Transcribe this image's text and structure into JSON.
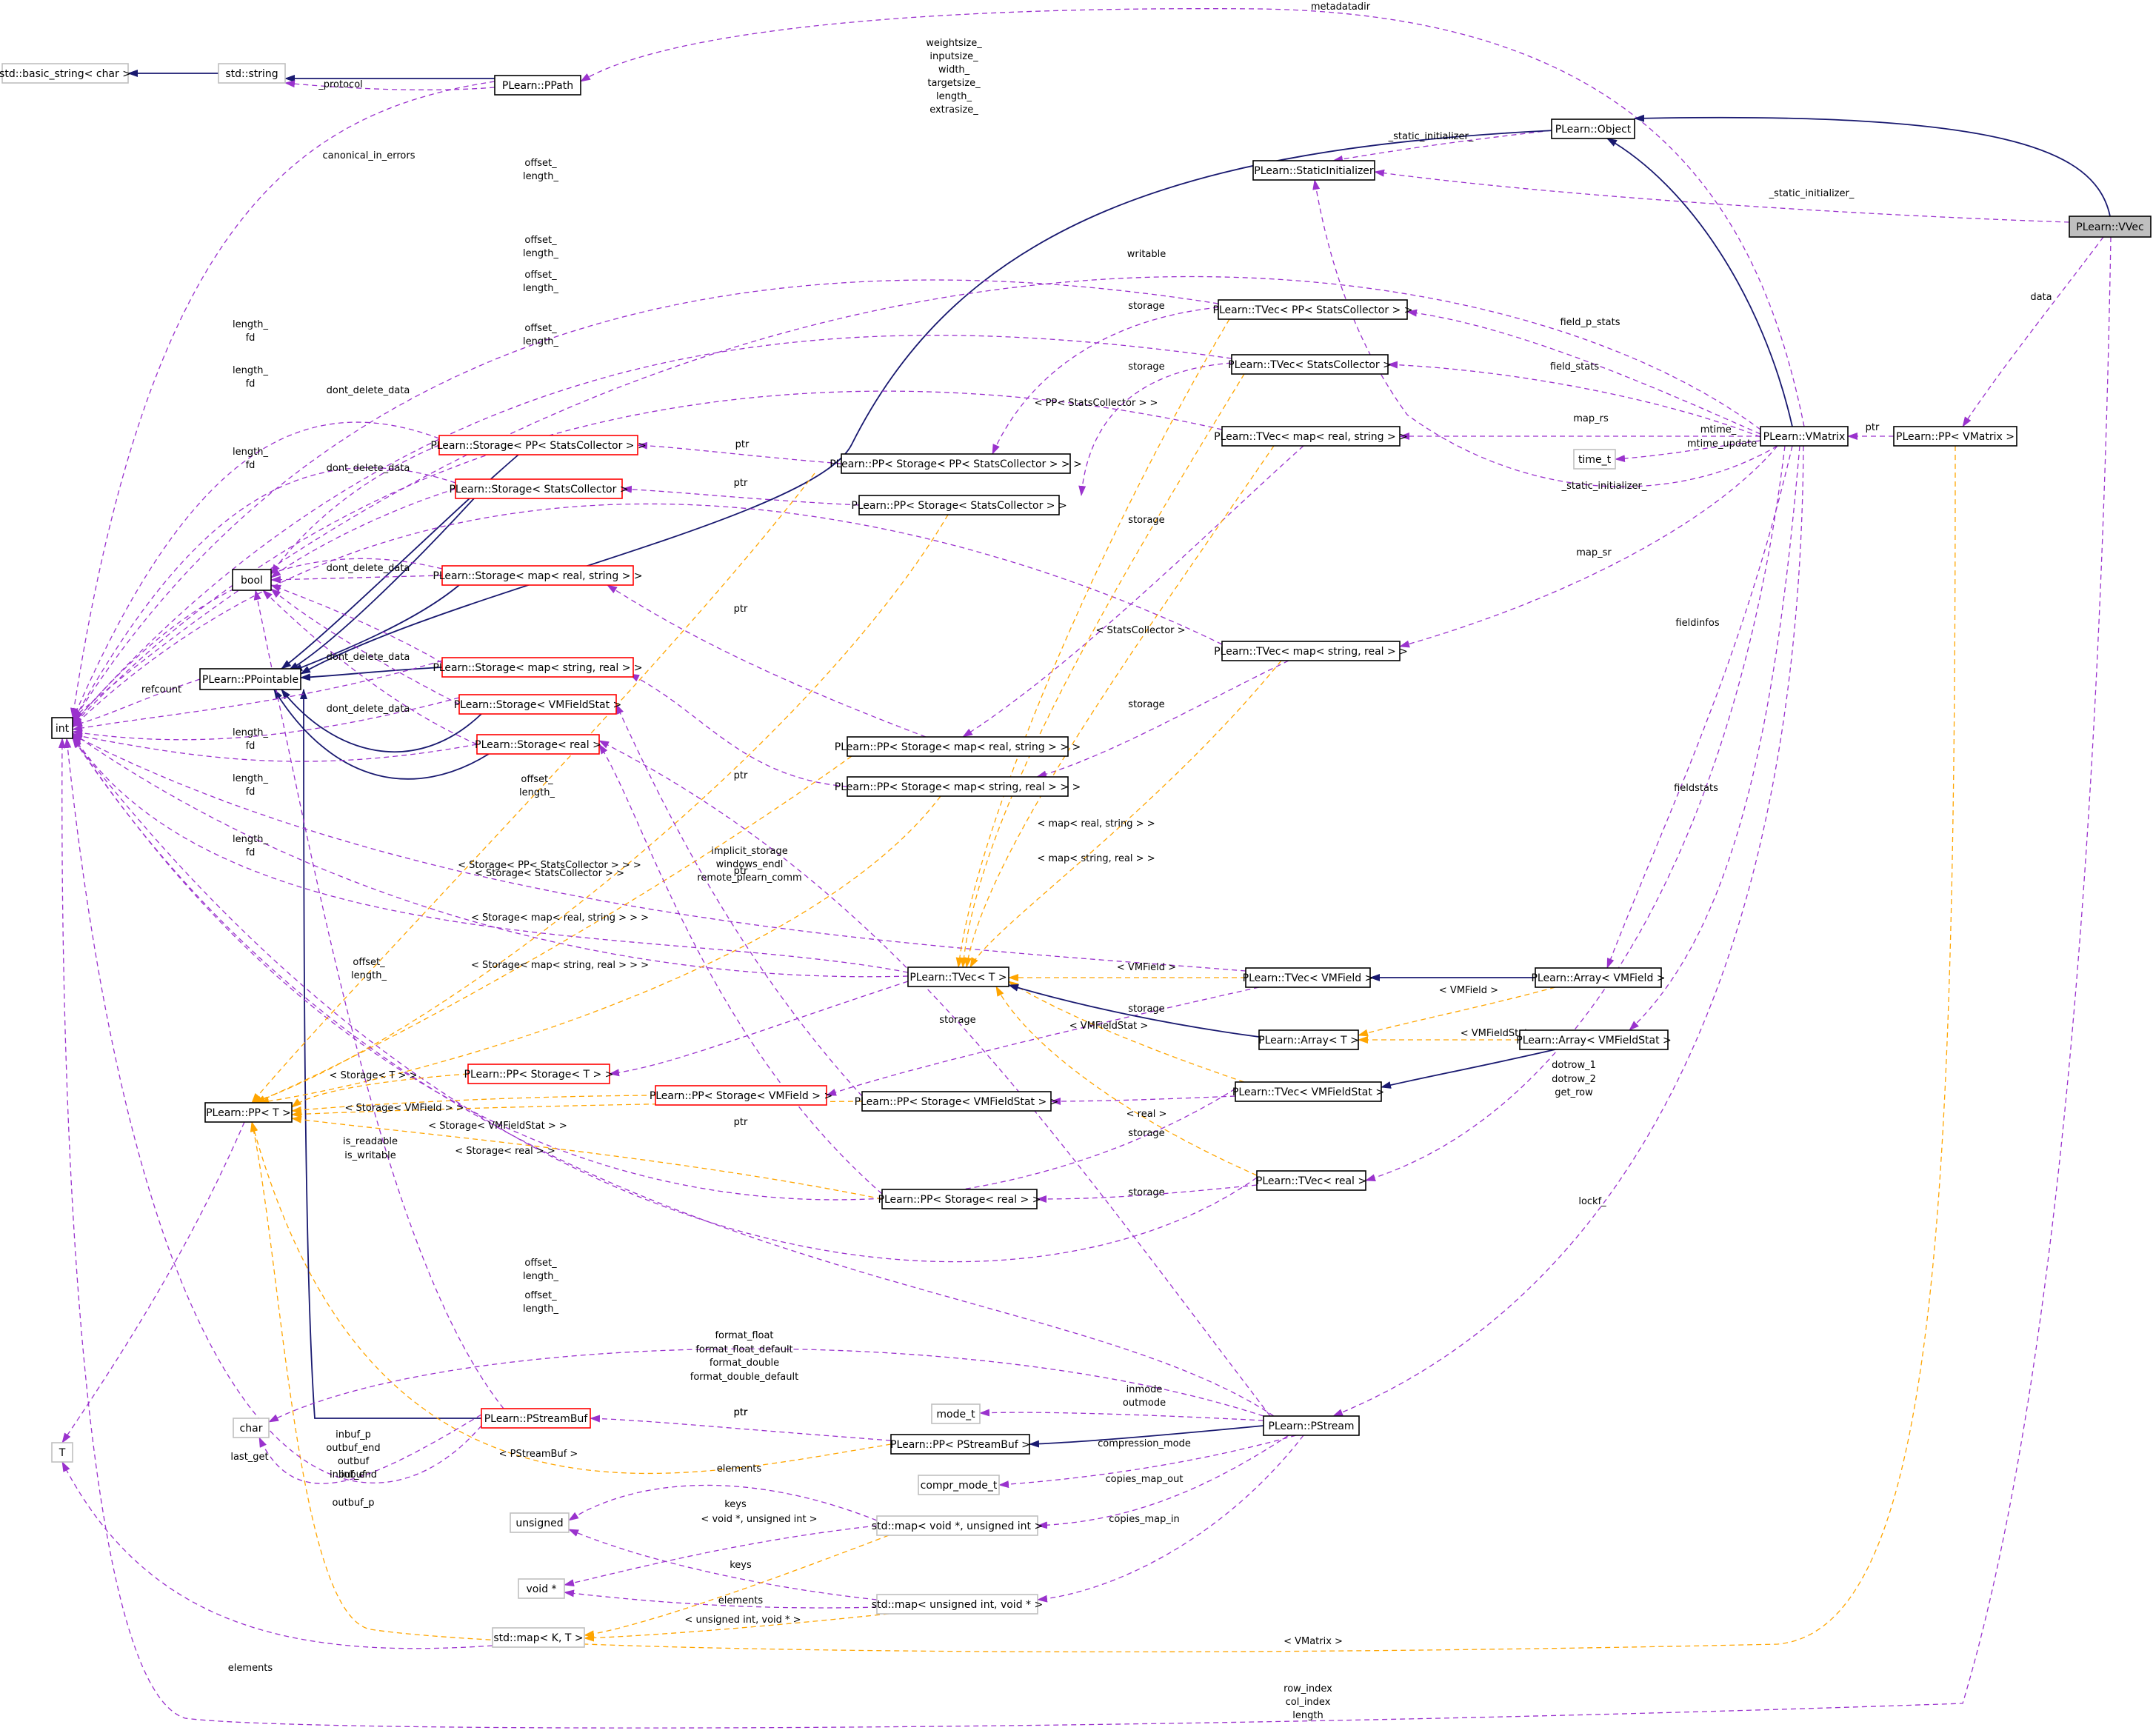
{
  "colors": {
    "inherit": "#191970",
    "use": "#9a32cd",
    "template": "#ffa500",
    "box_default": "#000000",
    "box_truncated": "#ff0000",
    "box_external": "#bfbfbf",
    "box_focus_fill": "#bfbfbf"
  },
  "nodes": [
    {
      "id": "std_basic_string",
      "label": "std::basic_string< char >",
      "style": "external"
    },
    {
      "id": "std_string",
      "label": "std::string",
      "style": "external"
    },
    {
      "id": "ppath",
      "label": "PLearn::PPath",
      "style": "default"
    },
    {
      "id": "object",
      "label": "PLearn::Object",
      "style": "default"
    },
    {
      "id": "static_init",
      "label": "PLearn::StaticInitializer",
      "style": "default"
    },
    {
      "id": "vvec",
      "label": "PLearn::VVec",
      "style": "focus"
    },
    {
      "id": "tvec_pp_sc",
      "label": "PLearn::TVec< PP< StatsCollector > >",
      "style": "default"
    },
    {
      "id": "tvec_sc",
      "label": "PLearn::TVec< StatsCollector >",
      "style": "default"
    },
    {
      "id": "storage_pp_sc",
      "label": "PLearn::Storage< PP< StatsCollector > >",
      "style": "truncated"
    },
    {
      "id": "pp_storage_pp_sc",
      "label": "PLearn::PP< Storage< PP< StatsCollector > > >",
      "style": "default"
    },
    {
      "id": "tvec_map_rs",
      "label": "PLearn::TVec< map< real, string > >",
      "style": "default"
    },
    {
      "id": "vmatrix",
      "label": "PLearn::VMatrix",
      "style": "default"
    },
    {
      "id": "pp_vmatrix",
      "label": "PLearn::PP< VMatrix >",
      "style": "default"
    },
    {
      "id": "time_t",
      "label": "time_t",
      "style": "external"
    },
    {
      "id": "storage_sc",
      "label": "PLearn::Storage< StatsCollector >",
      "style": "truncated"
    },
    {
      "id": "pp_storage_sc",
      "label": "PLearn::PP< Storage< StatsCollector > >",
      "style": "default"
    },
    {
      "id": "bool",
      "label": "bool",
      "style": "default"
    },
    {
      "id": "storage_map_rs",
      "label": "PLearn::Storage< map< real, string > >",
      "style": "truncated"
    },
    {
      "id": "tvec_map_sr",
      "label": "PLearn::TVec< map< string, real > >",
      "style": "default"
    },
    {
      "id": "ppointable",
      "label": "PLearn::PPointable",
      "style": "default"
    },
    {
      "id": "storage_map_sr",
      "label": "PLearn::Storage< map< string, real > >",
      "style": "truncated"
    },
    {
      "id": "int",
      "label": "int",
      "style": "default"
    },
    {
      "id": "storage_vmfs",
      "label": "PLearn::Storage< VMFieldStat >",
      "style": "truncated"
    },
    {
      "id": "storage_real",
      "label": "PLearn::Storage< real >",
      "style": "truncated"
    },
    {
      "id": "pp_storage_map_rs",
      "label": "PLearn::PP< Storage< map< real, string > > >",
      "style": "default"
    },
    {
      "id": "pp_storage_map_sr",
      "label": "PLearn::PP< Storage< map< string, real > > >",
      "style": "default"
    },
    {
      "id": "tvec_t",
      "label": "PLearn::TVec< T >",
      "style": "default"
    },
    {
      "id": "tvec_vmfield",
      "label": "PLearn::TVec< VMField >",
      "style": "default"
    },
    {
      "id": "array_vmfield",
      "label": "PLearn::Array< VMField >",
      "style": "default"
    },
    {
      "id": "array_t",
      "label": "PLearn::Array< T >",
      "style": "default"
    },
    {
      "id": "array_vmfs",
      "label": "PLearn::Array< VMFieldStat >",
      "style": "default"
    },
    {
      "id": "pp_storage_t",
      "label": "PLearn::PP< Storage< T > >",
      "style": "truncated"
    },
    {
      "id": "pp_t",
      "label": "PLearn::PP< T >",
      "style": "default"
    },
    {
      "id": "pp_storage_vmfield",
      "label": "PLearn::PP< Storage< VMField > >",
      "style": "truncated"
    },
    {
      "id": "pp_storage_vmfs",
      "label": "PLearn::PP< Storage< VMFieldStat > >",
      "style": "default"
    },
    {
      "id": "tvec_vmfs",
      "label": "PLearn::TVec< VMFieldStat >",
      "style": "default"
    },
    {
      "id": "pp_storage_real",
      "label": "PLearn::PP< Storage< real > >",
      "style": "default"
    },
    {
      "id": "tvec_real",
      "label": "PLearn::TVec< real >",
      "style": "default"
    },
    {
      "id": "char",
      "label": "char",
      "style": "external"
    },
    {
      "id": "pstreambuf",
      "label": "PLearn::PStreamBuf",
      "style": "truncated"
    },
    {
      "id": "mode_t",
      "label": "mode_t",
      "style": "external"
    },
    {
      "id": "pstream",
      "label": "PLearn::PStream",
      "style": "default"
    },
    {
      "id": "pp_pstreambuf",
      "label": "PLearn::PP< PStreamBuf >",
      "style": "default"
    },
    {
      "id": "T",
      "label": "T",
      "style": "external"
    },
    {
      "id": "compr_mode_t",
      "label": "compr_mode_t",
      "style": "external"
    },
    {
      "id": "unsigned",
      "label": "unsigned",
      "style": "external"
    },
    {
      "id": "map_void_uint",
      "label": "std::map< void *, unsigned int >",
      "style": "external"
    },
    {
      "id": "void_ptr",
      "label": "void *",
      "style": "external"
    },
    {
      "id": "map_uint_void",
      "label": "std::map< unsigned int, void * >",
      "style": "external"
    },
    {
      "id": "map_k_t",
      "label": "std::map< K, T >",
      "style": "external"
    }
  ],
  "edge_labels": [
    "metadatadir",
    "_protocol",
    "_static_initializer_",
    "_static_initializer_",
    "_static_initializer_",
    "weightsize_",
    "inputsize_",
    "width_",
    "targetsize_",
    "length_",
    "extrasize_",
    "canonical_in_errors",
    "offset_",
    "length_",
    "offset_",
    "length_",
    "writable",
    "offset_",
    "length_",
    "offset_",
    "length_",
    "length_",
    "fd",
    "length_",
    "fd",
    "length_",
    "fd",
    "length_",
    "fd",
    "length_",
    "fd",
    "length_",
    "fd",
    "dont_delete_data",
    "dont_delete_data",
    "dont_delete_data",
    "dont_delete_data",
    "dont_delete_data",
    "storage",
    "storage",
    "storage",
    "storage",
    "storage",
    "storage",
    "storage",
    "storage",
    "< PP< StatsCollector > >",
    "< StatsCollector >",
    "< map< real, string > >",
    "< map< string, real > >",
    "field_p_stats",
    "field_stats",
    "map_rs",
    "mtime_",
    "mtime_update",
    "ptr",
    "data",
    "map_sr",
    "ptr",
    "ptr",
    "ptr",
    "ptr",
    "ptr",
    "ptr",
    "ptr",
    "ptr",
    "refcount",
    "fieldinfos",
    "fieldstats",
    "offset_",
    "length_",
    "implicit_storage",
    "windows_endl",
    "remote_plearn_comm",
    "< Storage< PP< StatsCollector > > >",
    "< Storage< StatsCollector > >",
    "< Storage< map< real, string > > >",
    "< Storage< map< string, real > > >",
    "offset_",
    "length_",
    "< VMField >",
    "< VMField >",
    "< VMFieldStat >",
    "< VMFieldStat >",
    "< Storage< T > >",
    "< Storage< VMField > >",
    "< Storage< VMFieldStat > >",
    "< Storage< real > >",
    "is_readable",
    "is_writable",
    "dotrow_1",
    "dotrow_2",
    "get_row",
    "< real >",
    "offset_",
    "length_",
    "offset_",
    "length_",
    "lockf_",
    "format_float",
    "format_float_default",
    "format_double",
    "format_double_default",
    "inmode",
    "outmode",
    "compression_mode",
    "copies_map_out",
    "copies_map_in",
    "inbuf_p",
    "outbuf_end",
    "outbuf",
    "inbuf_end",
    "inbuf",
    "outbuf_p",
    "last_get",
    "< PStreamBuf >",
    "elements",
    "keys",
    "< void *, unsigned int >",
    "keys",
    "elements",
    "< unsigned int, void * >",
    "< VMatrix >",
    "elements",
    "row_index",
    "col_index",
    "length"
  ]
}
